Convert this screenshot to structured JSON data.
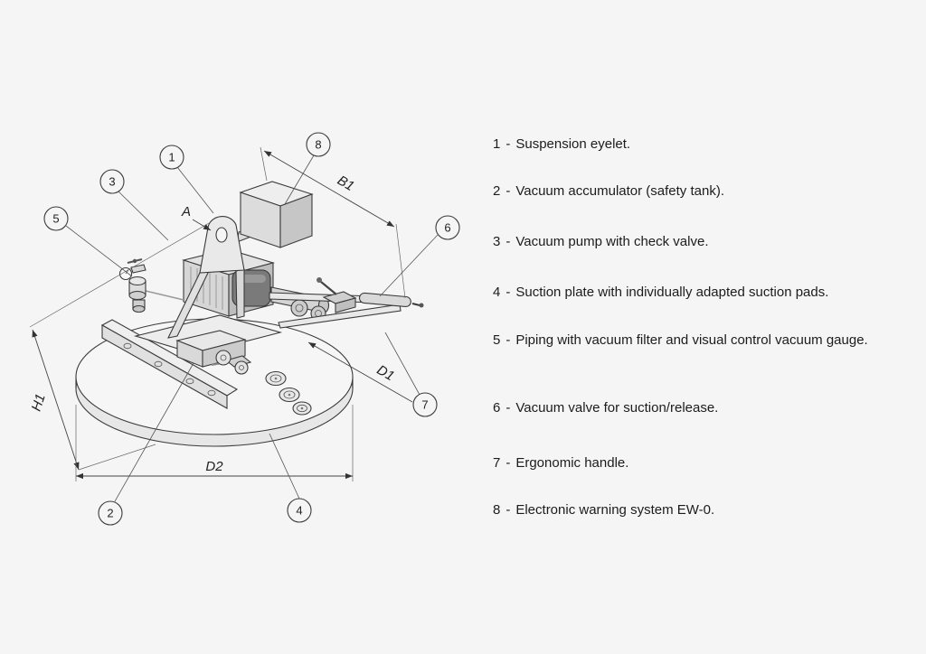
{
  "colors": {
    "background": "#f5f5f6",
    "ink": "#3b3b3b",
    "text": "#1c1c1c"
  },
  "diagram": {
    "callouts": [
      {
        "num": "1"
      },
      {
        "num": "2"
      },
      {
        "num": "3"
      },
      {
        "num": "4"
      },
      {
        "num": "5"
      },
      {
        "num": "6"
      },
      {
        "num": "7"
      },
      {
        "num": "8"
      }
    ],
    "dimensions": {
      "a": "A",
      "b1": "B1",
      "d1": "D1",
      "d2": "D2",
      "h1": "H1"
    }
  },
  "legend": {
    "separator": "-",
    "items": [
      {
        "num": "1",
        "text": "Suspension eyelet."
      },
      {
        "num": "2",
        "text": "Vacuum accumulator (safety tank)."
      },
      {
        "num": "3",
        "text": "Vacuum pump with check valve."
      },
      {
        "num": "4",
        "text": "Suction plate with individually adapted suction pads."
      },
      {
        "num": "5",
        "text": "Piping with vacuum filter and visual control vacuum gauge."
      },
      {
        "num": "6",
        "text": "Vacuum valve for suction/release."
      },
      {
        "num": "7",
        "text": "Ergonomic handle."
      },
      {
        "num": "8",
        "text": "Electronic warning system EW-0."
      }
    ]
  }
}
